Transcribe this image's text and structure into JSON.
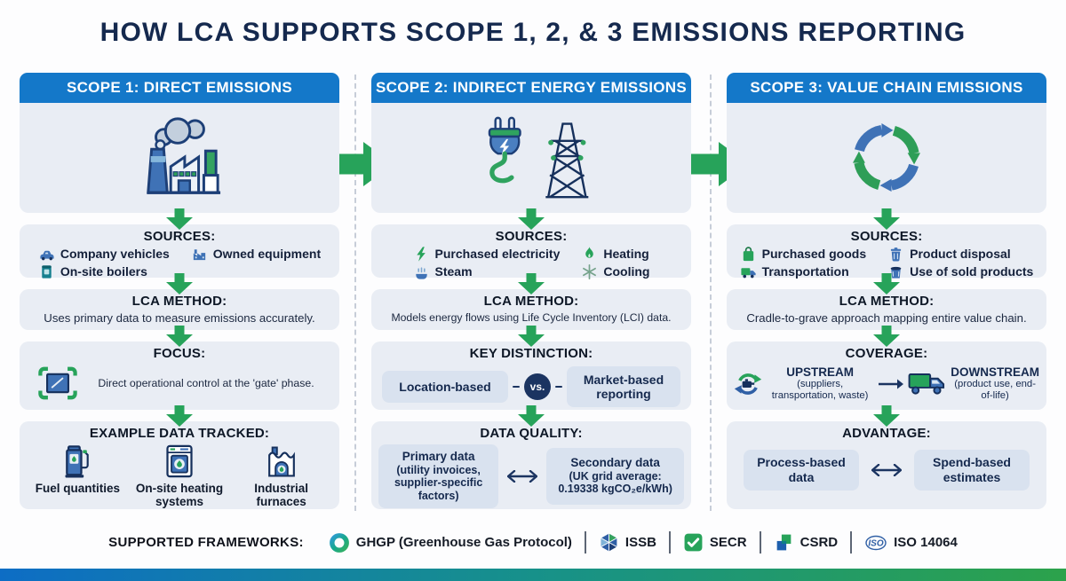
{
  "title": "HOW LCA SUPPORTS SCOPE 1, 2, & 3 EMISSIONS REPORTING",
  "scope1": {
    "header": "SCOPE 1: DIRECT EMISSIONS",
    "hero_icon": "factory-icon",
    "sources_title": "SOURCES:",
    "sources": [
      {
        "icon": "car-icon",
        "label": "Company vehicles"
      },
      {
        "icon": "equipment-icon",
        "label": "Owned equipment"
      },
      {
        "icon": "boiler-icon",
        "label": "On-site boilers"
      }
    ],
    "lca_title": "LCA METHOD:",
    "lca_text": "Uses primary data to measure emissions accurately.",
    "focus_title": "FOCUS:",
    "focus_icon": "focus-frame-icon",
    "focus_text": "Direct operational control at the 'gate' phase.",
    "example_title": "EXAMPLE DATA TRACKED:",
    "examples": [
      {
        "icon": "fuel-pump-icon",
        "label": "Fuel quantities"
      },
      {
        "icon": "heater-icon",
        "label": "On-site heating systems"
      },
      {
        "icon": "furnace-icon",
        "label": "Industrial furnaces"
      }
    ]
  },
  "scope2": {
    "header": "SCOPE 2: INDIRECT ENERGY EMISSIONS",
    "hero_icon": "plug-tower-icon",
    "sources_title": "SOURCES:",
    "sources": [
      {
        "icon": "bolt-icon",
        "label": "Purchased electricity"
      },
      {
        "icon": "flame-icon",
        "label": "Heating"
      },
      {
        "icon": "steam-icon",
        "label": "Steam"
      },
      {
        "icon": "snowflake-icon",
        "label": "Cooling"
      }
    ],
    "lca_title": "LCA METHOD:",
    "lca_text": "Models energy flows using Life Cycle Inventory (LCI) data.",
    "distinction_title": "KEY DISTINCTION:",
    "distinction_left": "Location-based",
    "distinction_vs": "vs.",
    "distinction_right": "Market-based reporting",
    "quality_title": "DATA QUALITY:",
    "quality_left_title": "Primary data",
    "quality_left_sub": "(utility invoices, supplier-specific factors)",
    "quality_right_title": "Secondary data",
    "quality_right_sub": "(UK grid average: 0.19338 kgCO₂e/kWh)"
  },
  "scope3": {
    "header": "SCOPE 3: VALUE CHAIN EMISSIONS",
    "hero_icon": "cycle-arrows-icon",
    "sources_title": "SOURCES:",
    "sources": [
      {
        "icon": "bag-icon",
        "label": "Purchased goods"
      },
      {
        "icon": "trash-icon",
        "label": "Product disposal"
      },
      {
        "icon": "truck-icon",
        "label": "Transportation"
      },
      {
        "icon": "bin-icon",
        "label": "Use of sold products"
      }
    ],
    "lca_title": "LCA METHOD:",
    "lca_text": "Cradle-to-grave approach mapping entire value chain.",
    "coverage_title": "COVERAGE:",
    "upstream_icon": "engine-cycle-icon",
    "upstream_title": "UPSTREAM",
    "upstream_sub": "(suppliers, transportation, waste)",
    "downstream_icon": "delivery-truck-icon",
    "downstream_title": "DOWNSTREAM",
    "downstream_sub": "(product use, end-of-life)",
    "advantage_title": "ADVANTAGE:",
    "advantage_left": "Process-based data",
    "advantage_right": "Spend-based estimates"
  },
  "footer": {
    "label": "SUPPORTED FRAMEWORKS:",
    "iso_glyph": "ISO",
    "frameworks": [
      {
        "icon": "ghgp-logo",
        "label": "GHGP (Greenhouse Gas Protocol)"
      },
      {
        "icon": "issb-logo",
        "label": "ISSB"
      },
      {
        "icon": "secr-logo",
        "label": "SECR"
      },
      {
        "icon": "csrd-logo",
        "label": "CSRD"
      },
      {
        "icon": "iso-logo",
        "label": "ISO 14064"
      }
    ]
  },
  "colors": {
    "header_blue": "#1478c9",
    "arrow_green": "#27a35a",
    "navy": "#1b3461",
    "title_navy": "#15294e",
    "card_bg": "#e9edf4",
    "pill_bg": "#d9e2ef",
    "bottom_bar_left": "#0d6dc5",
    "bottom_bar_mid": "#17918a",
    "bottom_bar_right": "#2ca24b"
  }
}
